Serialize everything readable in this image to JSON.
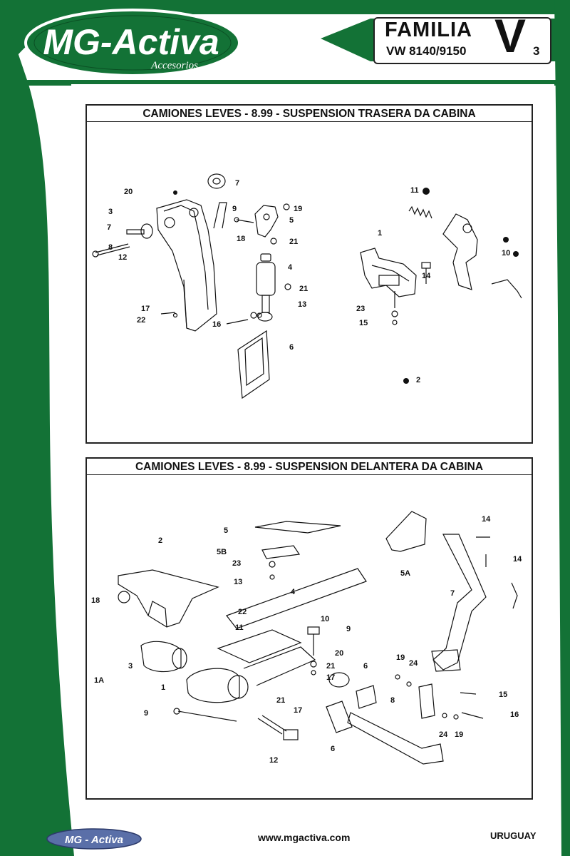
{
  "header": {
    "brand": "MG-Activa",
    "brand_sub": "Accesorios",
    "family_label": "FAMILIA",
    "family_letter": "V",
    "model": "VW 8140/9150",
    "page_number": "3"
  },
  "panel_top": {
    "title": "CAMIONES LEVES - 8.99 - SUSPENSION TRASERA DA CABINA",
    "callouts": [
      "20",
      "7",
      "3",
      "9",
      "19",
      "5",
      "7",
      "18",
      "8",
      "12",
      "21",
      "4",
      "21",
      "17",
      "13",
      "22",
      "16",
      "6",
      "11",
      "1",
      "14",
      "10",
      "23",
      "15",
      "2"
    ]
  },
  "panel_bottom": {
    "title": "CAMIONES LEVES - 8.99 - SUSPENSION DELANTERA DA CABINA",
    "callouts": [
      "5",
      "5B",
      "23",
      "13",
      "2",
      "4",
      "14",
      "5A",
      "14",
      "7",
      "18",
      "22",
      "11",
      "10",
      "9",
      "3",
      "20",
      "1A",
      "1",
      "21",
      "17",
      "6",
      "19",
      "24",
      "8",
      "15",
      "9",
      "21",
      "17",
      "16",
      "24",
      "19",
      "12",
      "6"
    ]
  },
  "footer": {
    "brand": "MG - Activa",
    "url": "www.mgactiva.com",
    "country": "URUGUAY"
  },
  "colors": {
    "brand_green": "#137236",
    "ink": "#111111",
    "paper": "#ffffff"
  }
}
